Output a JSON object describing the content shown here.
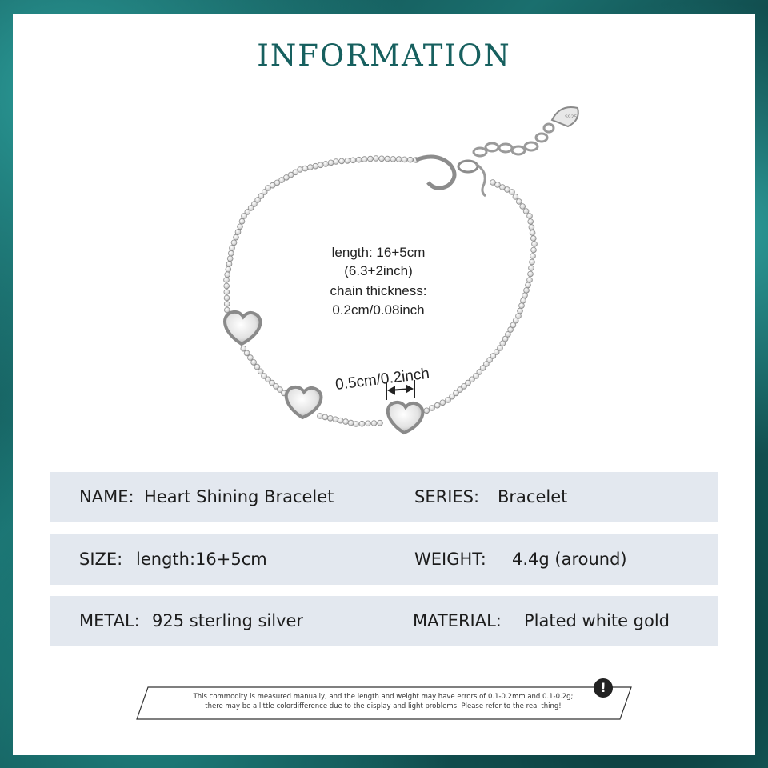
{
  "header": {
    "title": "INFORMATION"
  },
  "product_image": {
    "length_label": "length: 16+5cm",
    "length_inch": "(6.3+2inch)",
    "thickness_label": "chain thickness:",
    "thickness_value": "0.2cm/0.08inch",
    "heart_size": "0.5cm/0.2inch",
    "tag_stamp": "S925"
  },
  "specs": [
    {
      "label1": "NAME:",
      "value1": "Heart Shining Bracelet",
      "label2": "SERIES:",
      "value2": "Bracelet"
    },
    {
      "label1": "SIZE:",
      "value1": "length:16+5cm",
      "label2": "WEIGHT:",
      "value2": "4.4g (around)"
    },
    {
      "label1": "METAL:",
      "value1": "925 sterling silver",
      "label2": "MATERIAL:",
      "value2": "Plated white gold"
    }
  ],
  "notice": {
    "line1": "This commodity is measured manually, and the length and weight may have errors of 0.1-0.2mm and 0.1-0.2g;",
    "line2": "there may be a little colordifference due to the display and light problems. Please refer to the real thing!",
    "icon": "exclamation-icon"
  },
  "colors": {
    "frame": "#1a6f6e",
    "title": "#17605f",
    "row_bg": "#e3e8ef"
  }
}
